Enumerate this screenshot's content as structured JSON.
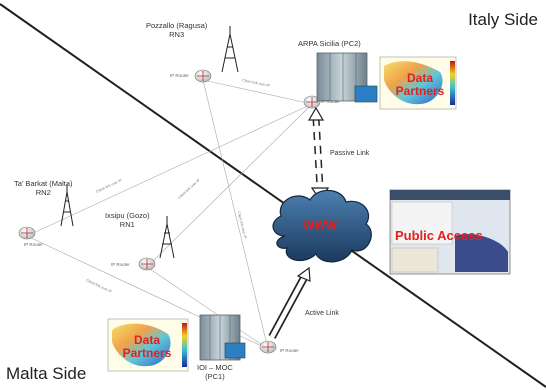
{
  "sides": {
    "italy": "Italy Side",
    "malta": "Malta Side"
  },
  "nodes": {
    "rn3": {
      "line1": "Pozzallo (Ragusa)",
      "line2": "RN3"
    },
    "pc2": {
      "line1": "ARPA Sicilia (PC2)"
    },
    "rn2": {
      "line1": "Ta' Barkat (Malta)",
      "line2": "RN2"
    },
    "rn1": {
      "line1": "Ixsipu (Gozo)",
      "line2": "RN1"
    },
    "pc1": {
      "line1": "IOI – MOC",
      "line2": "(PC1)"
    }
  },
  "router_label": "IP Router",
  "cloud_label": "WWW",
  "links": {
    "passive": "Passive Link",
    "active": "Active Link"
  },
  "conn_label": "Client link over IP",
  "overlays": {
    "data_partners": "Data Partners",
    "public_access": "Public Access"
  },
  "colors": {
    "side_line": "#1f1f1f",
    "cloud": "#2c5a86",
    "overlay_text": "#e3201b"
  }
}
